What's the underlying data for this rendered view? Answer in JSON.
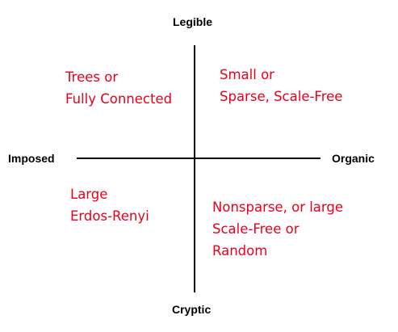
{
  "axes": {
    "top": "Legible",
    "bottom": "Cryptic",
    "left": "Imposed",
    "right": "Organic"
  },
  "quadrants": {
    "top_left": [
      "Trees or",
      "Fully Connected"
    ],
    "top_right": [
      "Small or",
      "Sparse, Scale-Free"
    ],
    "bottom_left": [
      "Large",
      "Erdos-Renyi"
    ],
    "bottom_right": [
      "Nonsparse, or large",
      "Scale-Free or",
      "Random"
    ]
  },
  "colors": {
    "quadrant_text": "#e8001c",
    "axis_line": "#000000",
    "axis_text": "#000000"
  }
}
